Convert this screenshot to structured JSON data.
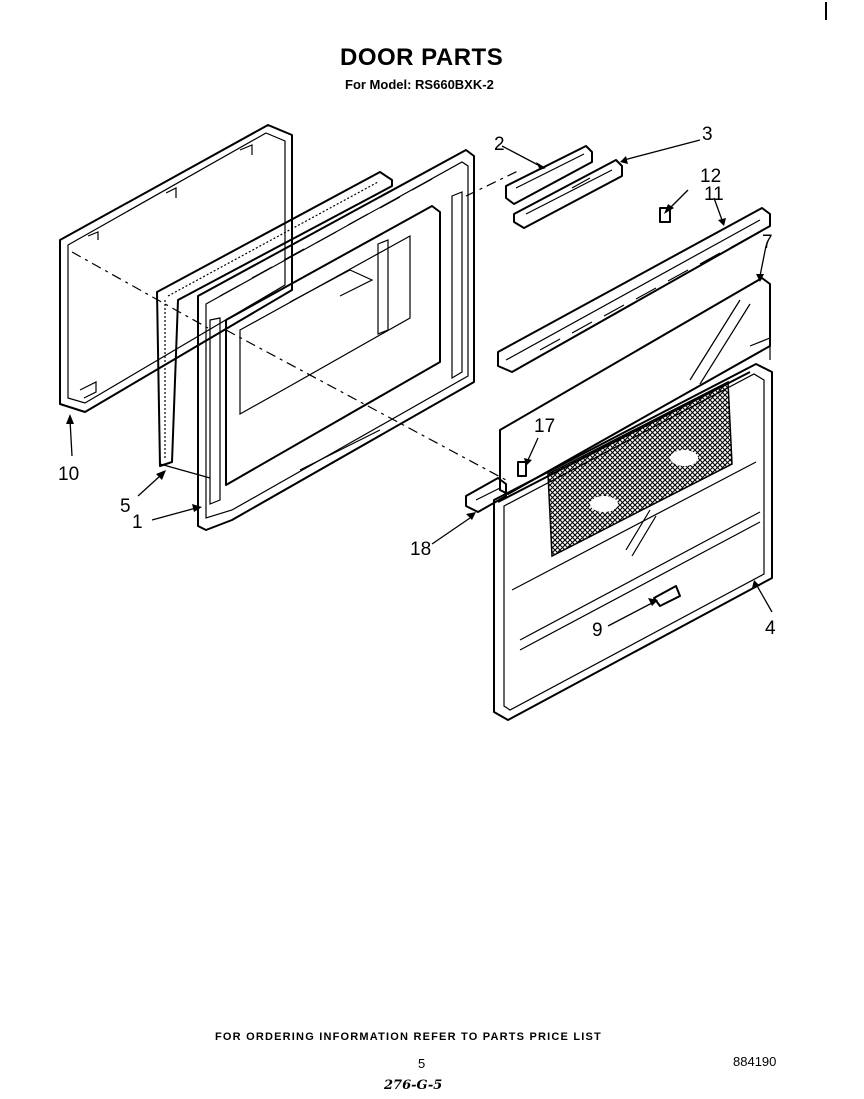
{
  "header": {
    "title": "DOOR PARTS",
    "subtitle": "For Model: RS660BXK-2"
  },
  "callouts": [
    {
      "id": "c1",
      "label": "1"
    },
    {
      "id": "c2",
      "label": "2"
    },
    {
      "id": "c3",
      "label": "3"
    },
    {
      "id": "c4",
      "label": "4"
    },
    {
      "id": "c5",
      "label": "5"
    },
    {
      "id": "c7",
      "label": "7"
    },
    {
      "id": "c9",
      "label": "9"
    },
    {
      "id": "c10",
      "label": "10"
    },
    {
      "id": "c11",
      "label": "11"
    },
    {
      "id": "c12",
      "label": "12"
    },
    {
      "id": "c17",
      "label": "17"
    },
    {
      "id": "c18",
      "label": "18"
    }
  ],
  "footer": {
    "note": "FOR ORDERING INFORMATION REFER TO PARTS PRICE LIST",
    "page_number": "5",
    "document_number": "884190",
    "handwritten": "276-G-5"
  }
}
